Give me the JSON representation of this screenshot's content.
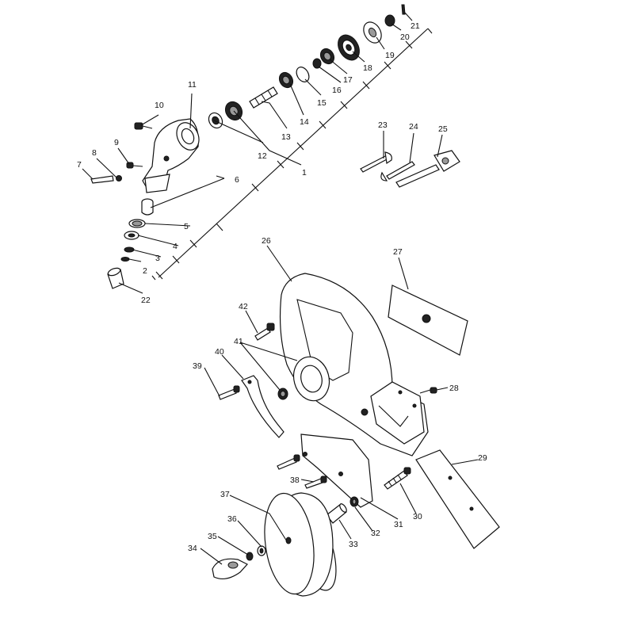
{
  "callouts": [
    "1",
    "2",
    "3",
    "4",
    "5",
    "6",
    "7",
    "8",
    "9",
    "10",
    "11",
    "12",
    "13",
    "14",
    "15",
    "16",
    "17",
    "18",
    "19",
    "20",
    "21",
    "22",
    "23",
    "24",
    "25",
    "26",
    "27",
    "28",
    "29",
    "30",
    "31",
    "32",
    "33",
    "34",
    "35",
    "36",
    "37",
    "38",
    "39",
    "40",
    "41",
    "42"
  ]
}
